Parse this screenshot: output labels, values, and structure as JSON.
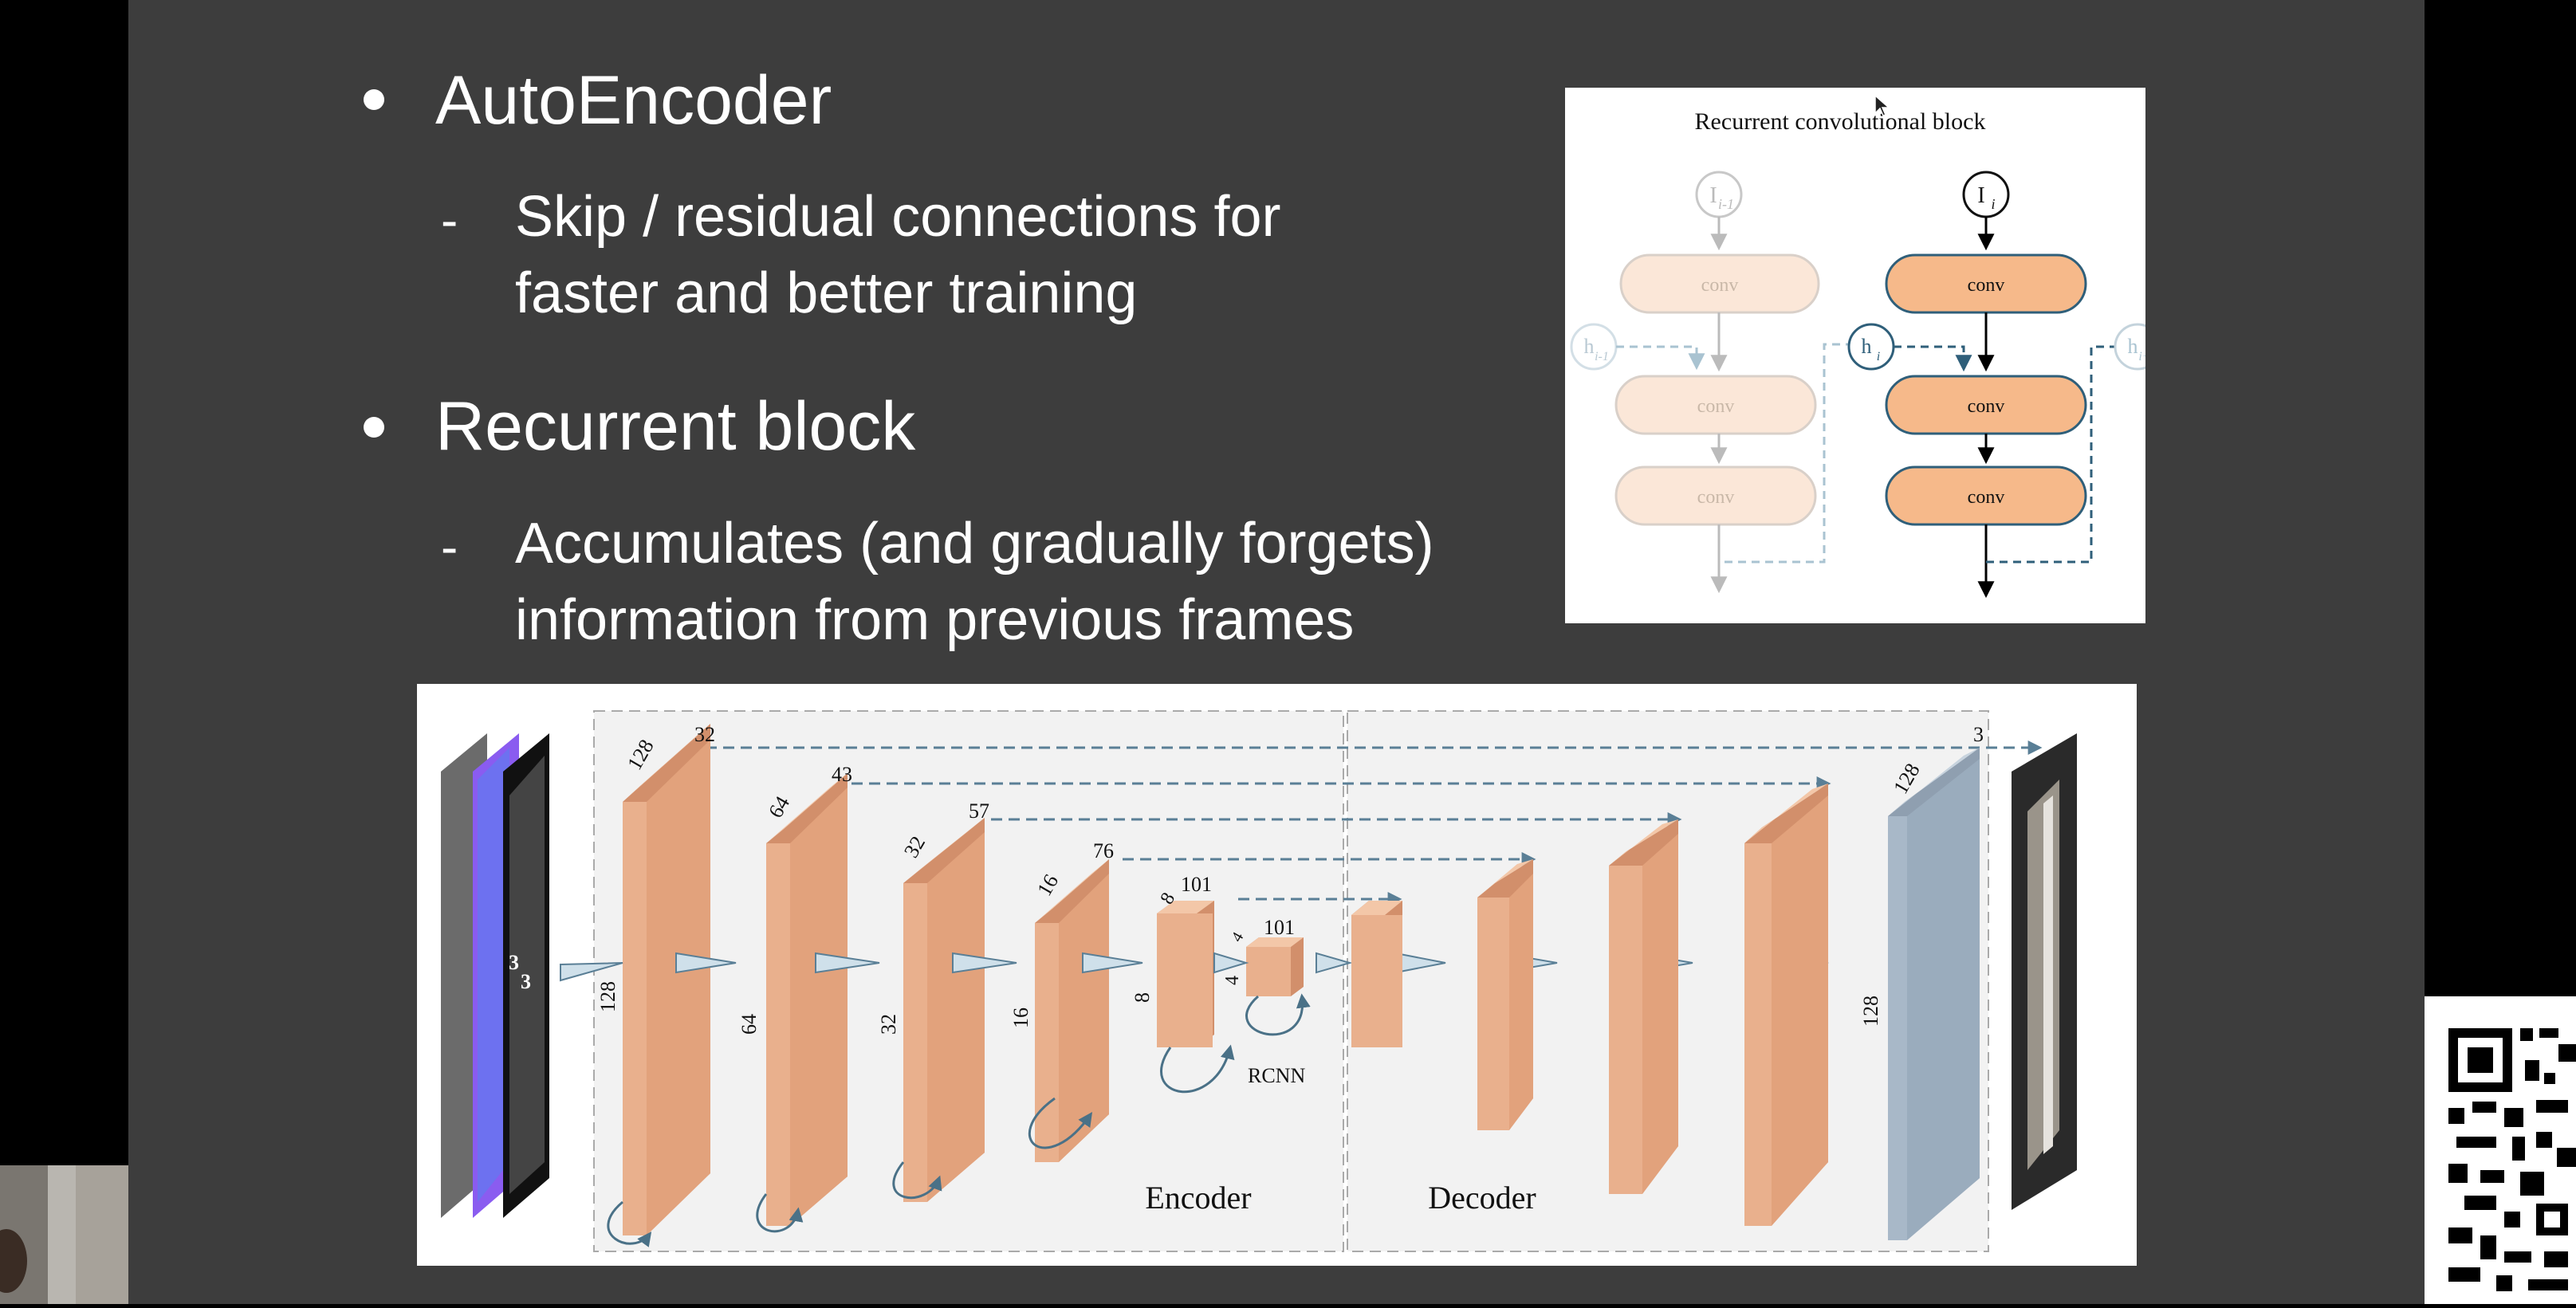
{
  "slide": {
    "bullets": [
      {
        "label": "AutoEncoder",
        "sub": [
          "Skip / residual connections for",
          "faster and better training"
        ]
      },
      {
        "label": "Recurrent block",
        "sub": [
          "Accumulates (and gradually forgets)",
          "information from previous frames"
        ]
      }
    ],
    "dash": "-"
  },
  "rcb": {
    "title": "Recurrent convolutional block",
    "input_prev": "I",
    "input_prev_sub": "i-1",
    "input_cur": "I",
    "input_cur_sub": "i",
    "hidden_prev": "h",
    "hidden_prev_sub": "i-1",
    "hidden_cur": "h",
    "hidden_cur_sub": "i",
    "hidden_next": "h",
    "hidden_next_sub": "i+",
    "conv": "conv",
    "colors": {
      "faded": "#fbe7d8",
      "active": "#f6b98a",
      "skip": "#2f5f7a"
    }
  },
  "arch": {
    "encoder_label": "Encoder",
    "decoder_label": "Decoder",
    "rcnn_label": "RCNN",
    "blocks": [
      {
        "side": "128",
        "depth": "128",
        "channels": "32"
      },
      {
        "side": "64",
        "depth": "64",
        "channels": "43"
      },
      {
        "side": "32",
        "depth": "32",
        "channels": "57"
      },
      {
        "side": "16",
        "depth": "16",
        "channels": "76"
      },
      {
        "side": "8",
        "depth": "8",
        "channels": "101"
      },
      {
        "side": "4",
        "depth": "4",
        "channels": "101"
      }
    ],
    "output": {
      "side": "128",
      "depth": "128",
      "channels": "3"
    },
    "kernel": "3",
    "colors": {
      "block": "#e9b08d",
      "block_top": "#f3c7a8",
      "block_side": "#d28f6b",
      "output": "#a8b8c8",
      "skip": "#5a7f96"
    }
  }
}
